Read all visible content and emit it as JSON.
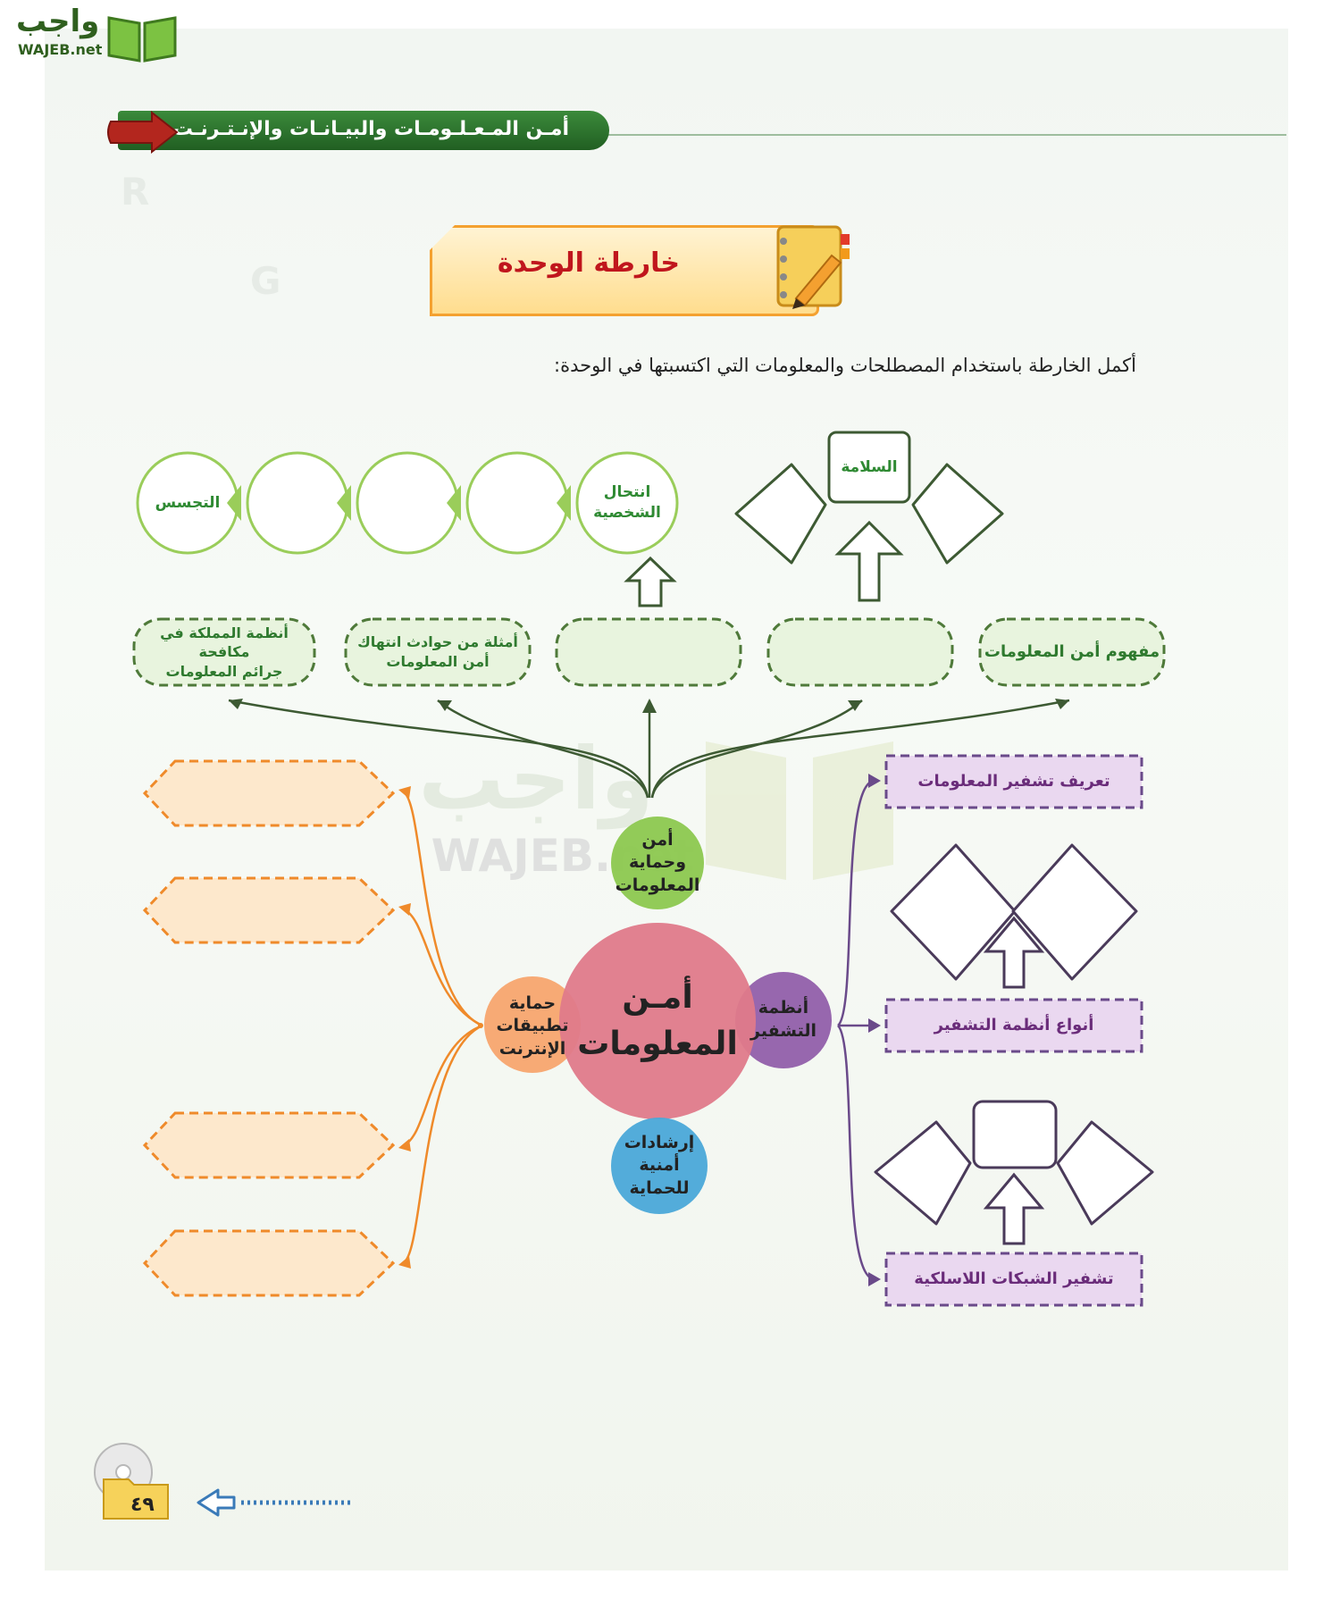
{
  "logo": {
    "arabic": "واجب",
    "latin": "WAJEB.net"
  },
  "watermark": {
    "arabic": "واجب",
    "latin": "WAJEB.net"
  },
  "chapter_title": "أمـن المـعـلـومـات والبيـانـات والإنـتـرنـت",
  "unit_map_title": "خارطة الوحدة",
  "instruction": "أكمل الخارطة باستخدام المصطلحات والمعلومات التي اكتسبتها في الوحدة:",
  "center": {
    "main": "أمـن\nالمعلومات",
    "top": "أمن\nوحماية\nالمعلومات",
    "right": "أنظمة\nالتشفير",
    "bottom": "إرشادات\nأمنية\nللحماية",
    "left": "حماية\nتطبيقات\nالإنترنت"
  },
  "security_topics": [
    {
      "label": "مفهوم أمن المعلومات"
    },
    {
      "label": ""
    },
    {
      "label": ""
    },
    {
      "label": "أمثلة من حوادث انتهاك\nأمن المعلومات"
    },
    {
      "label": "أنظمة المملكة في مكافحة\nجرائم المعلومات"
    }
  ],
  "safety_label": "السلامة",
  "threat_chain": [
    {
      "label": "انتحال\nالشخصية"
    },
    {
      "label": ""
    },
    {
      "label": ""
    },
    {
      "label": ""
    },
    {
      "label": "التجسس"
    }
  ],
  "encryption": {
    "definition": "تعريف تشفير المعلومات",
    "types": "أنواع أنظمة التشفير",
    "wireless": "تشفير الشبكات اللاسلكية"
  },
  "page_number": "٤٩",
  "colors": {
    "green": "#5c8a3a",
    "light_green": "#9acd5a",
    "purple": "#6a4a8a",
    "orange": "#ef8a2a",
    "pink": "#df7a8a",
    "blue": "#4aa8d8",
    "dark_outline": "#3d5a33"
  }
}
